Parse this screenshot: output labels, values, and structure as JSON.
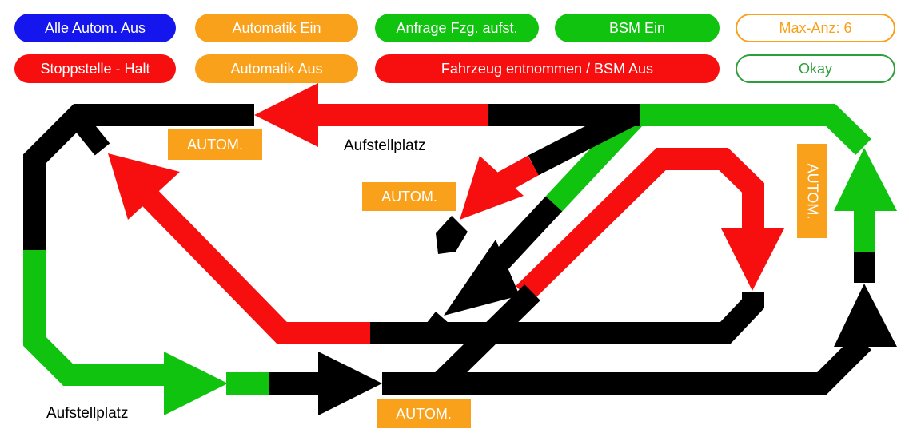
{
  "colors": {
    "blue": "#1515ee",
    "orange": "#f9a11b",
    "green": "#0fc30f",
    "red": "#f70f0f",
    "black": "#000000",
    "okay_outline": "#2e9e3a",
    "maxanz_outline": "#f9a11b"
  },
  "buttons": {
    "alle_autom_aus": "Alle Autom. Aus",
    "automatik_ein": "Automatik Ein",
    "anfrage_fzg": "Anfrage Fzg. aufst.",
    "bsm_ein": "BSM Ein",
    "max_anz": "Max-Anz: 6",
    "stoppstelle_halt": "Stoppstelle - Halt",
    "automatik_aus": "Automatik Aus",
    "fahrzeug_entnommen": "Fahrzeug entnommen / BSM Aus",
    "okay": "Okay"
  },
  "labels": {
    "aufstellplatz_top": "Aufstellplatz",
    "aufstellplatz_bottom": "Aufstellplatz"
  },
  "autom": {
    "top_left": "AUTOM.",
    "middle": "AUTOM.",
    "bottom": "AUTOM.",
    "right_vertical": "AUTOM."
  }
}
